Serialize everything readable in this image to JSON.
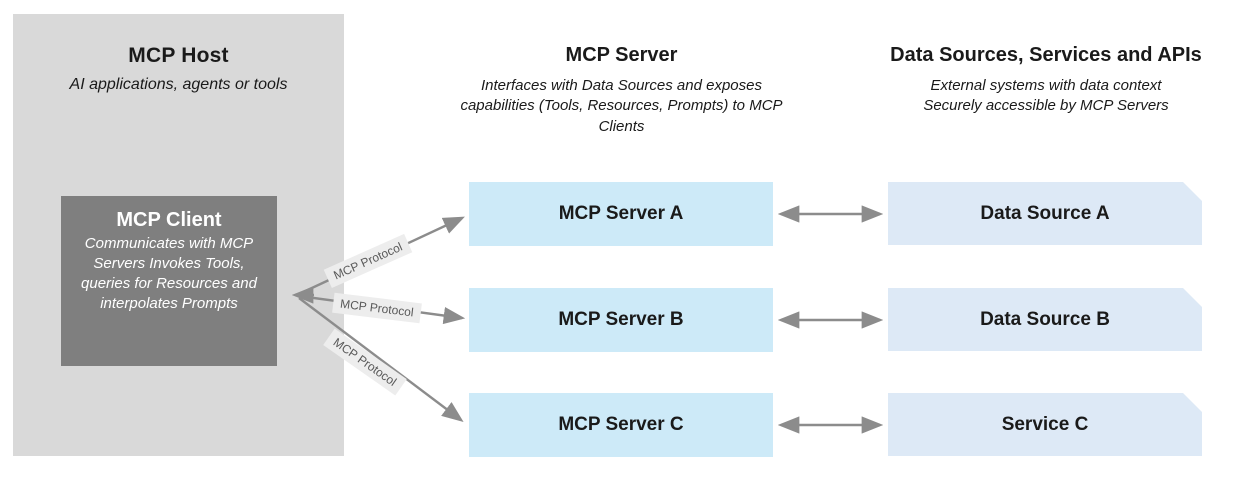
{
  "host": {
    "title": "MCP Host",
    "subtitle": "AI applications, agents or tools",
    "client": {
      "title": "MCP Client",
      "desc_line1": "Communicates with MCP Servers",
      "desc_line2": "Invokes Tools, queries for Resources and interpolates Prompts"
    }
  },
  "server_column": {
    "title": "MCP Server",
    "description": "Interfaces with Data Sources and exposes capabilities (Tools, Resources, Prompts) to MCP Clients",
    "nodes": [
      {
        "label": "MCP Server A"
      },
      {
        "label": "MCP Server B"
      },
      {
        "label": "MCP Server C"
      }
    ]
  },
  "sources_column": {
    "title": "Data Sources, Services and APIs",
    "desc_line1": "External systems with data context",
    "desc_line2": "Securely accessible by MCP Servers",
    "nodes": [
      {
        "label": "Data Source A"
      },
      {
        "label": "Data Source B"
      },
      {
        "label": "Service C"
      }
    ]
  },
  "connections": {
    "protocol_label": "MCP Protocol"
  },
  "colors": {
    "panel-gray": "#d9d9d9",
    "client-gray": "#7f7f7f",
    "server-blue": "#cdeaf8",
    "source-blue": "#dde9f6",
    "arrow-gray": "#8c8c8c",
    "chip-bg": "#ededed",
    "chip-text": "#595959",
    "ink": "#1a1a1a"
  }
}
